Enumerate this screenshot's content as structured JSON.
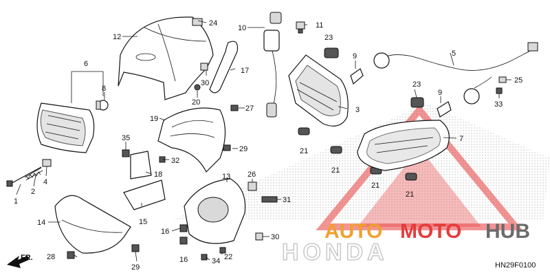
{
  "callouts": [
    {
      "id": "c1",
      "text": "1"
    },
    {
      "id": "c2",
      "text": "2"
    },
    {
      "id": "c3",
      "text": "3"
    },
    {
      "id": "c4",
      "text": "4"
    },
    {
      "id": "c5",
      "text": "5"
    },
    {
      "id": "c6",
      "text": "6"
    },
    {
      "id": "c7",
      "text": "7"
    },
    {
      "id": "c8",
      "text": "8"
    },
    {
      "id": "c9a",
      "text": "9"
    },
    {
      "id": "c9b",
      "text": "9"
    },
    {
      "id": "c10",
      "text": "10"
    },
    {
      "id": "c11",
      "text": "11"
    },
    {
      "id": "c12",
      "text": "12"
    },
    {
      "id": "c13",
      "text": "13"
    },
    {
      "id": "c14",
      "text": "14"
    },
    {
      "id": "c15",
      "text": "15"
    },
    {
      "id": "c16a",
      "text": "16"
    },
    {
      "id": "c16b",
      "text": "16"
    },
    {
      "id": "c17",
      "text": "17"
    },
    {
      "id": "c18",
      "text": "18"
    },
    {
      "id": "c19",
      "text": "19"
    },
    {
      "id": "c20",
      "text": "20"
    },
    {
      "id": "c21a",
      "text": "21"
    },
    {
      "id": "c21b",
      "text": "21"
    },
    {
      "id": "c21c",
      "text": "21"
    },
    {
      "id": "c21d",
      "text": "21"
    },
    {
      "id": "c22",
      "text": "22"
    },
    {
      "id": "c23a",
      "text": "23"
    },
    {
      "id": "c23b",
      "text": "23"
    },
    {
      "id": "c24",
      "text": "24"
    },
    {
      "id": "c25",
      "text": "25"
    },
    {
      "id": "c26",
      "text": "26"
    },
    {
      "id": "c27",
      "text": "27"
    },
    {
      "id": "c28",
      "text": "28"
    },
    {
      "id": "c29a",
      "text": "29"
    },
    {
      "id": "c29b",
      "text": "29"
    },
    {
      "id": "c30a",
      "text": "30"
    },
    {
      "id": "c30b",
      "text": "30"
    },
    {
      "id": "c31",
      "text": "31"
    },
    {
      "id": "c32",
      "text": "32"
    },
    {
      "id": "c33",
      "text": "33"
    },
    {
      "id": "c34",
      "text": "34"
    },
    {
      "id": "c35",
      "text": "35"
    }
  ],
  "direction_label": "FR.",
  "diagram_code": "HN29F0100",
  "watermark": {
    "brand_auto": "AUTO",
    "brand_moto": "MOTO",
    "brand_hub": "HUB",
    "honda": "HONDA",
    "colors": {
      "red": "#e63c3c",
      "orange": "#f0a030",
      "gray": "#6b6b6b",
      "dots": "#c8c8c8"
    }
  }
}
